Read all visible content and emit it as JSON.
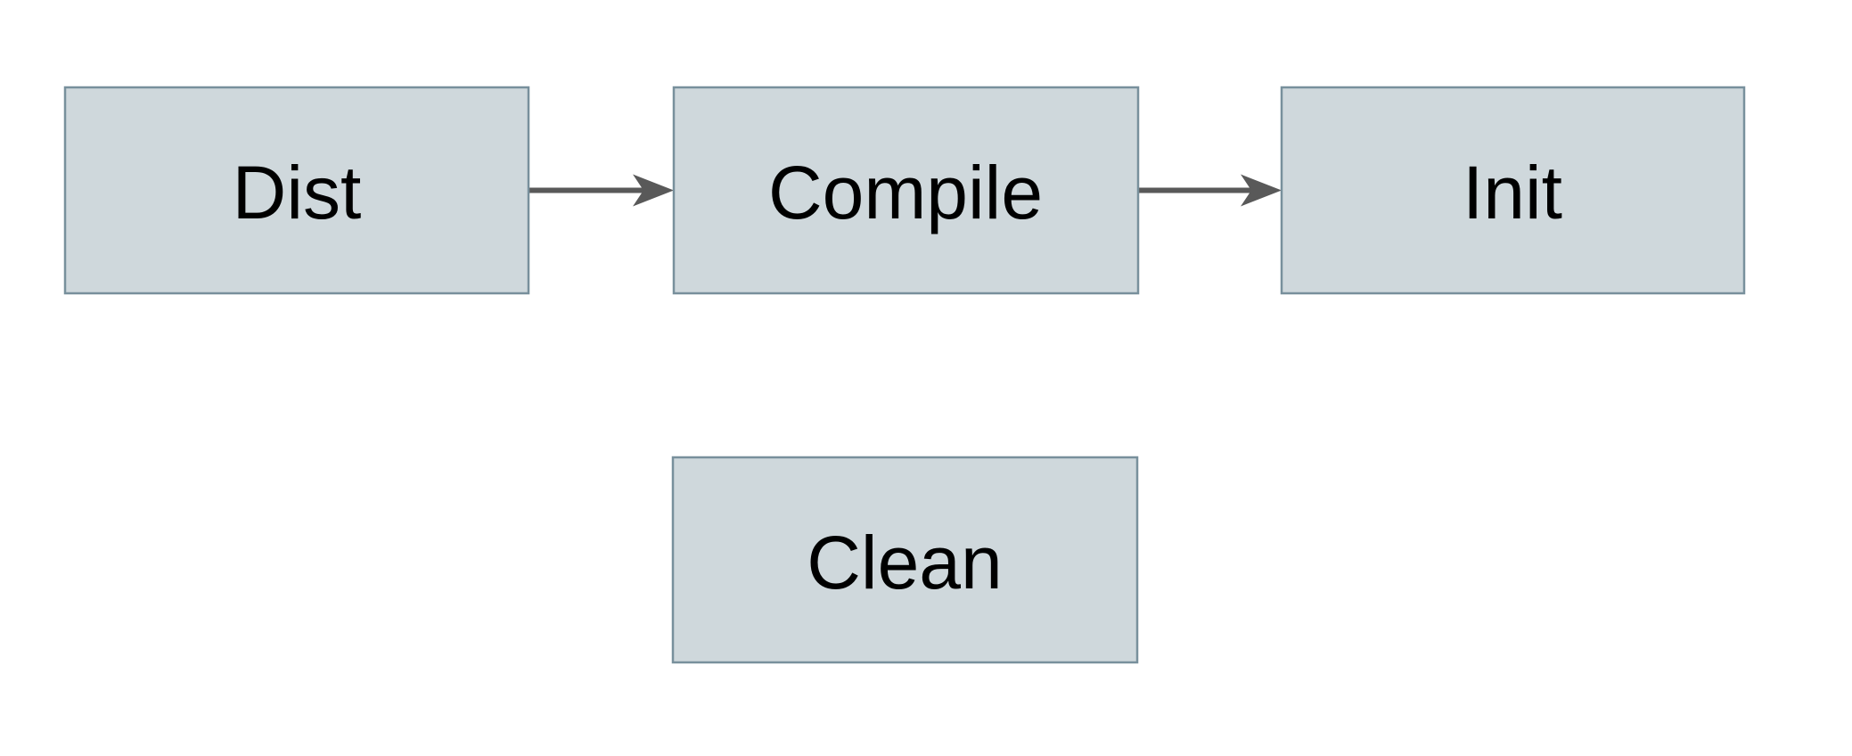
{
  "diagram": {
    "nodes": [
      {
        "id": "dist",
        "label": "Dist"
      },
      {
        "id": "compile",
        "label": "Compile"
      },
      {
        "id": "init",
        "label": "Init"
      },
      {
        "id": "clean",
        "label": "Clean"
      }
    ],
    "edges": [
      {
        "from": "Dist",
        "to": "Compile"
      },
      {
        "from": "Compile",
        "to": "Init"
      }
    ],
    "colors": {
      "background": "#ffffff",
      "node_fill": "#cfd8dc",
      "node_border": "#78909c",
      "node_label": "#000000",
      "arrow": "#595959"
    }
  }
}
